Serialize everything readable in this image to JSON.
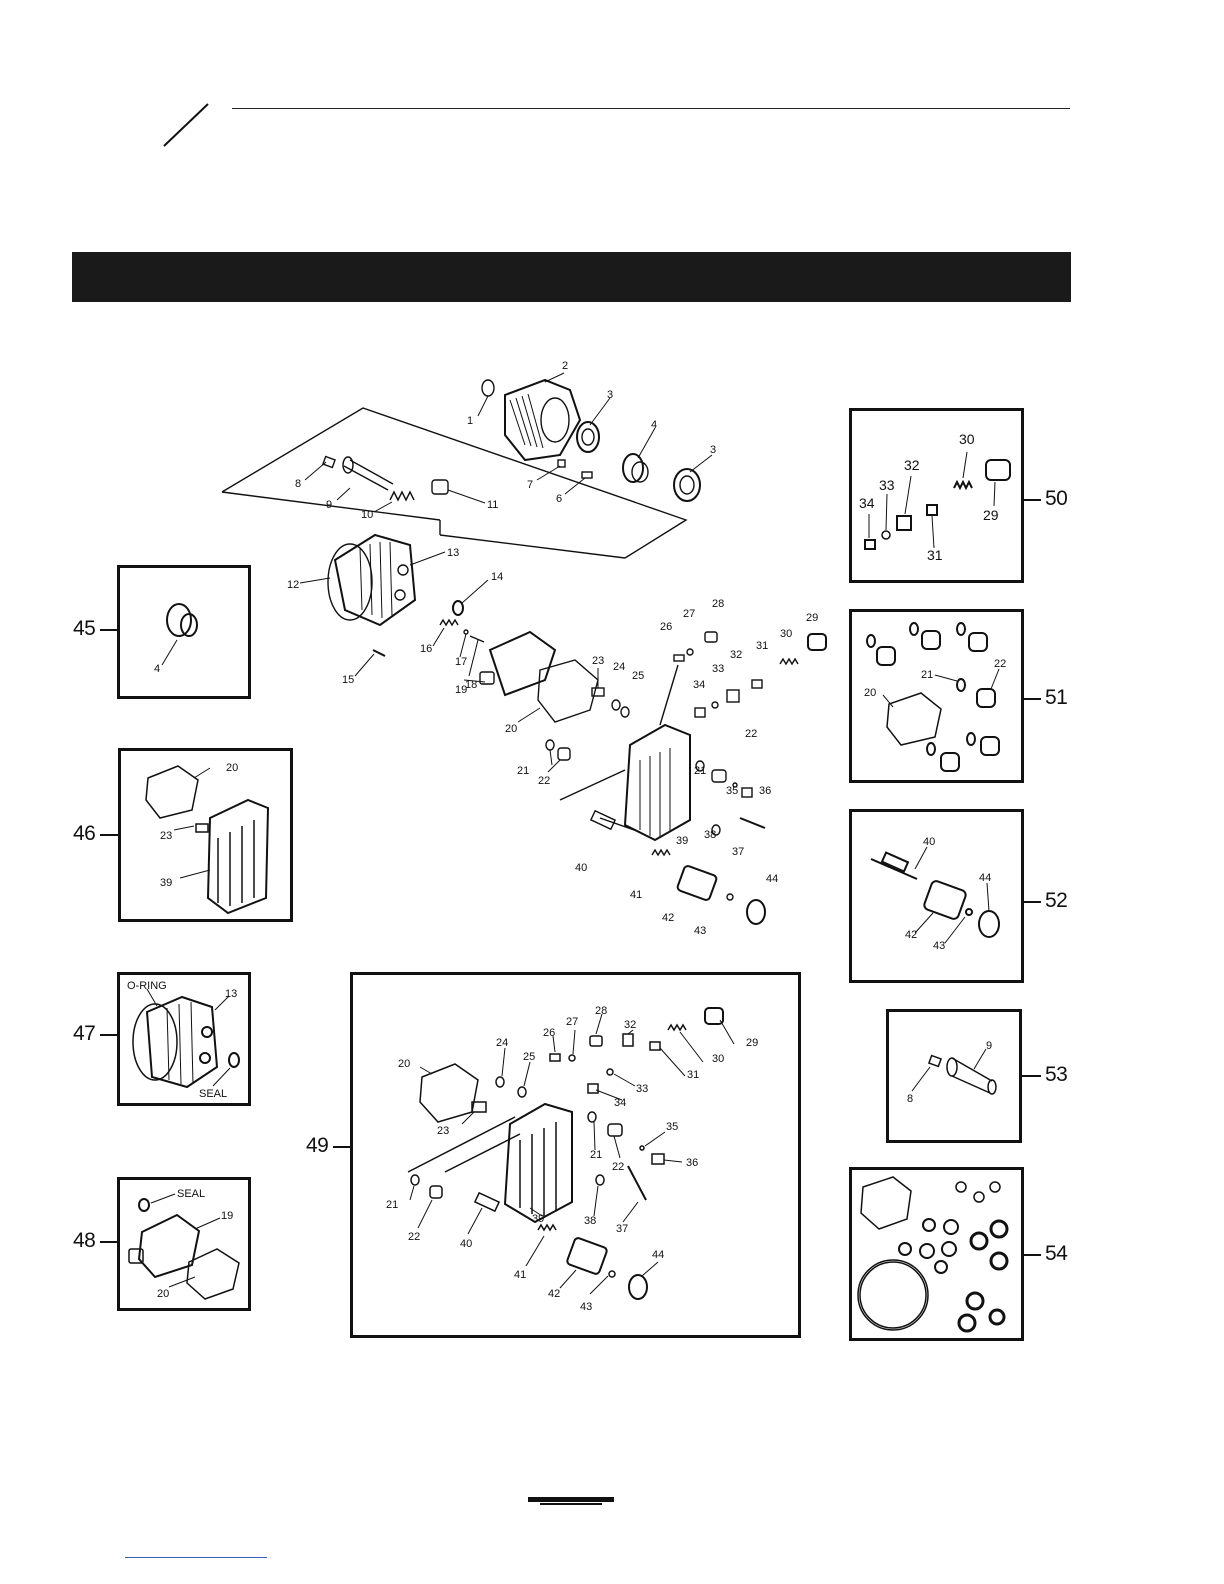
{
  "page": {
    "title": "",
    "colors": {
      "banner": "#1a1a1a",
      "ink": "#111111",
      "footer_rule": "#3a5fb0"
    }
  },
  "main_diagram": {
    "callouts": [
      "1",
      "2",
      "3",
      "4",
      "3",
      "7",
      "6",
      "8",
      "9",
      "10",
      "11",
      "13",
      "12",
      "14",
      "15",
      "16",
      "17",
      "18",
      "19",
      "20",
      "23",
      "24",
      "25",
      "26",
      "27",
      "28",
      "29",
      "30",
      "31",
      "32",
      "33",
      "34",
      "22",
      "21",
      "35",
      "36",
      "21",
      "22",
      "38",
      "37",
      "39",
      "40",
      "41",
      "42",
      "43",
      "44"
    ]
  },
  "kits": [
    {
      "id": "45",
      "label": "45",
      "callouts": [
        "4"
      ]
    },
    {
      "id": "46",
      "label": "46",
      "callouts": [
        "20",
        "23",
        "39"
      ]
    },
    {
      "id": "47",
      "label": "47",
      "callouts": [
        "O-RING",
        "13",
        "SEAL"
      ]
    },
    {
      "id": "48",
      "label": "48",
      "callouts": [
        "SEAL",
        "19",
        "20"
      ]
    },
    {
      "id": "49",
      "label": "49",
      "callouts": [
        "20",
        "24",
        "25",
        "26",
        "27",
        "28",
        "32",
        "29",
        "30",
        "31",
        "33",
        "34",
        "35",
        "23",
        "21",
        "22",
        "36",
        "22",
        "39",
        "38",
        "37",
        "21",
        "40",
        "41",
        "42",
        "43",
        "44"
      ]
    },
    {
      "id": "50",
      "label": "50",
      "callouts": [
        "30",
        "32",
        "33",
        "34",
        "29",
        "31"
      ]
    },
    {
      "id": "51",
      "label": "51",
      "callouts": [
        "21",
        "22",
        "20"
      ]
    },
    {
      "id": "52",
      "label": "52",
      "callouts": [
        "40",
        "44",
        "42",
        "43"
      ]
    },
    {
      "id": "53",
      "label": "53",
      "callouts": [
        "9",
        "8"
      ]
    },
    {
      "id": "54",
      "label": "54",
      "callouts": []
    }
  ]
}
